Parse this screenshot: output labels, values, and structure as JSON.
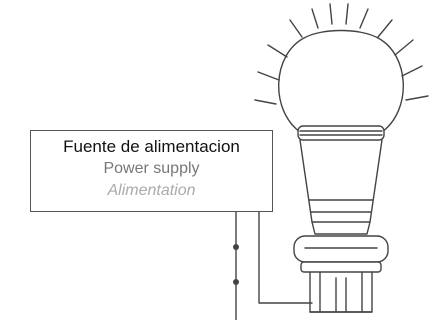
{
  "power_supply": {
    "label_es": "Fuente de alimentacion",
    "label_en": "Power supply",
    "label_fr": "Alimentation"
  },
  "colors": {
    "line": "#444444",
    "text_primary": "#111111",
    "text_secondary": "#777777",
    "text_tertiary": "#aaaaaa"
  },
  "icons": [
    "light-bulb-icon",
    "glow-rays-icon",
    "bulb-socket-icon",
    "junction-dot-icon"
  ]
}
